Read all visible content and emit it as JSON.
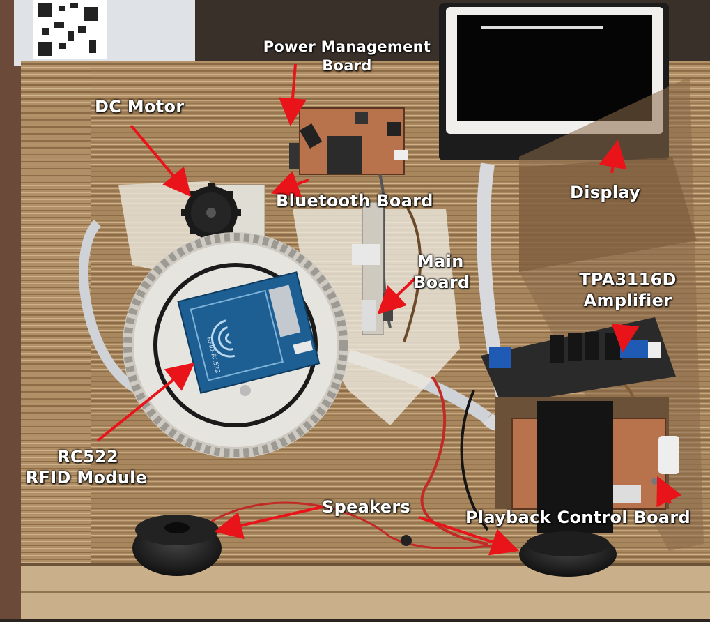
{
  "labels": {
    "power_management_board": [
      "Power Management",
      "Board"
    ],
    "dc_motor": "DC Motor",
    "bluetooth_board": "Bluetooth Board",
    "display": "Display",
    "main_board": [
      "Main",
      "Board"
    ],
    "amplifier": [
      "TPA3116D",
      "Amplifier"
    ],
    "rfid_module": [
      "RC522",
      "RFID Module"
    ],
    "speakers": "Speakers",
    "playback_control_board": "Playback Control Board"
  },
  "silkscreen": {
    "rfid_board_text": "RFID-RC522"
  },
  "colors": {
    "annotation_arrow": "#e8141a",
    "label_text": "#ffffff",
    "plywood": "#a8875f",
    "rfid_pcb": "#1d5f93",
    "copper_pcb": "#b8734d",
    "white_gear": "#e6e4df"
  }
}
